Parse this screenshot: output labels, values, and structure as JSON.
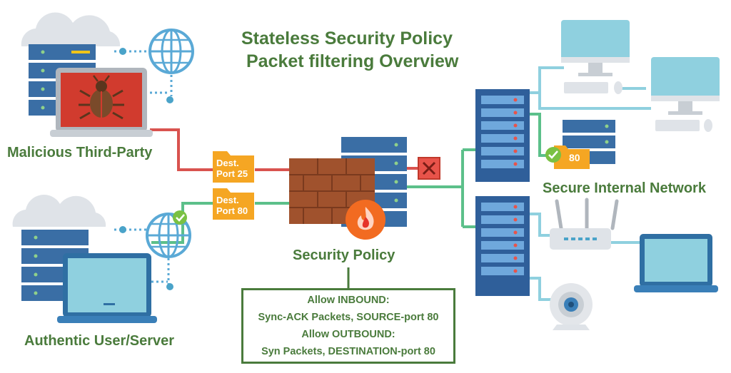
{
  "title": {
    "line1": "Stateless Security Policy",
    "line2": "Packet filtering Overview"
  },
  "labels": {
    "malicious": "Malicious Third-Party",
    "authentic": "Authentic User/Server",
    "secure": "Secure Internal Network",
    "policy_heading": "Security Policy"
  },
  "packets": {
    "bad": {
      "line1": "Dest.",
      "line2": "Port 25"
    },
    "good": {
      "line1": "Dest.",
      "line2": "Port 80"
    },
    "internal": "80"
  },
  "policy_rules": {
    "line1": "Allow INBOUND:",
    "line2": "Sync-ACK Packets, SOURCE-port 80",
    "line3": "Allow OUTBOUND:",
    "line4": "Syn Packets, DESTINATION-port 80"
  },
  "colors": {
    "text_green": "#4a7b3c",
    "link_red": "#d9534f",
    "link_green": "#5cc08a",
    "link_blue": "#4aa3c9",
    "server_blue": "#2f5f9a",
    "folder_orange": "#f5a623",
    "brick": "#a0522d"
  }
}
